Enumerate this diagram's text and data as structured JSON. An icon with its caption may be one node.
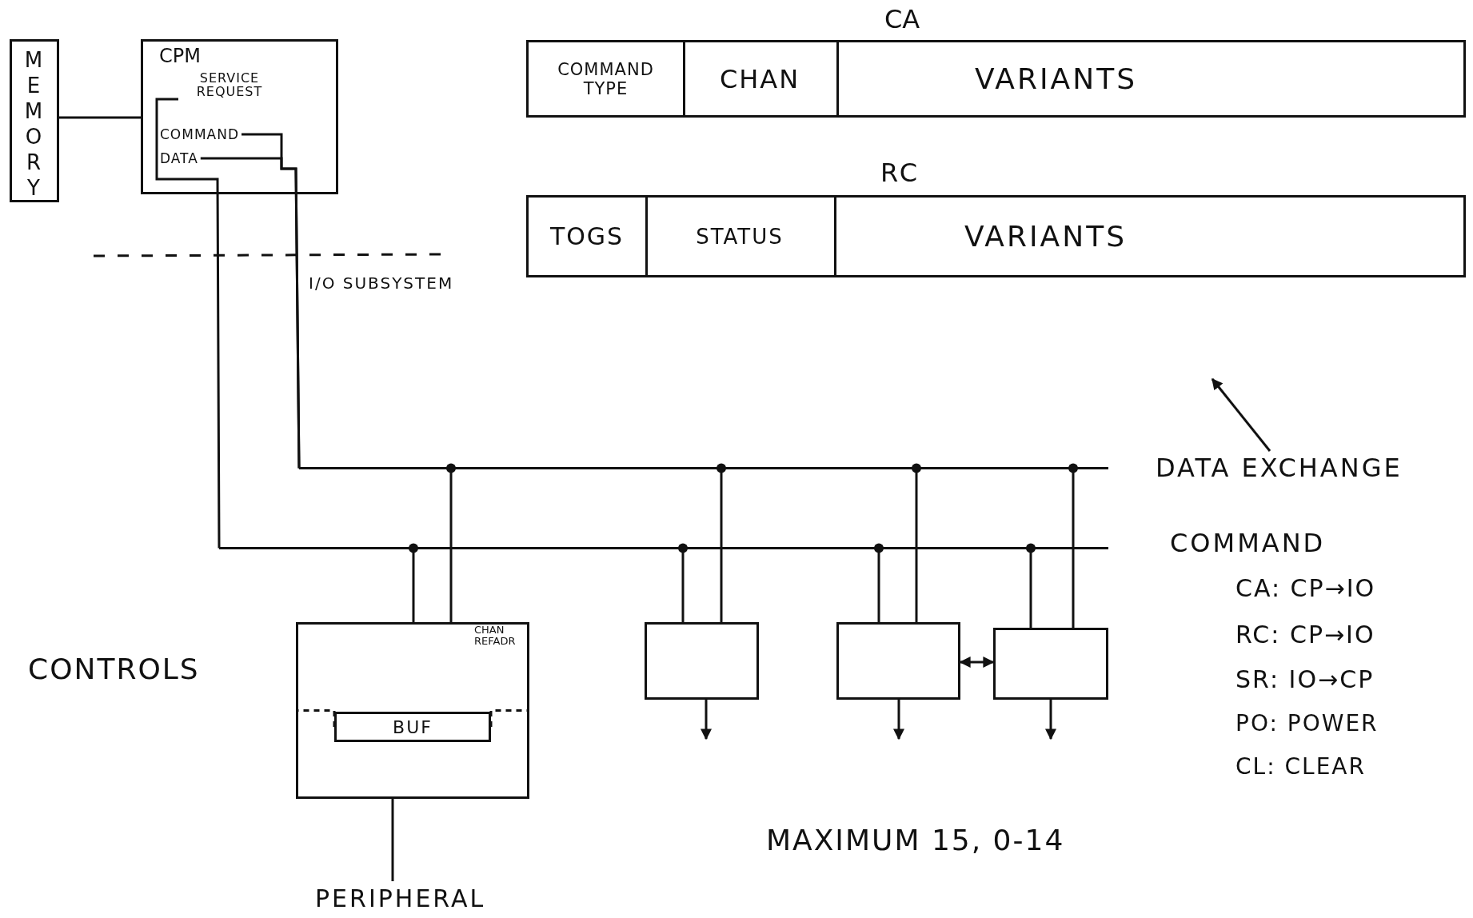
{
  "diagram": {
    "nodes": [
      {
        "text": [
          "MEMORY"
        ]
      },
      {
        "text": [
          "CPM"
        ]
      },
      {
        "text": [
          "SERVICE REQUEST"
        ],
        "in": 1
      },
      {
        "text": [
          "COMMAND"
        ],
        "in": 1
      },
      {
        "text": [
          "DATA"
        ],
        "in": 1
      },
      {
        "text": [
          "CA"
        ]
      },
      {
        "text": [
          "COMMAND TYPE"
        ],
        "in": 5
      },
      {
        "text": [
          "CHAN"
        ],
        "in": 5
      },
      {
        "text": [
          "VARIANTS"
        ],
        "in": 5
      },
      {
        "text": [
          "RC"
        ]
      },
      {
        "text": [
          "TOGS"
        ],
        "in": 9
      },
      {
        "text": [
          "STATUS"
        ],
        "in": 9
      },
      {
        "text": [
          "VARIANTS"
        ],
        "in": 9
      },
      {
        "text": [],
        "shape": "bar",
        "beside": [
          "DATA EXCHANGE"
        ]
      },
      {
        "text": [],
        "shape": "bar",
        "beside": [
          "COMMAND"
        ]
      },
      {
        "text": [
          "CHAN REFADR"
        ]
      },
      {
        "text": [
          "BUF"
        ],
        "in": 15
      },
      {
        "text": [],
        "shape": "box"
      },
      {
        "text": [],
        "shape": "box"
      },
      {
        "text": [],
        "shape": "box"
      },
      {
        "text": [
          "PERIPHERAL"
        ]
      }
    ],
    "edges": [
      {
        "from": 0,
        "to": 1,
        "arrow": "none"
      },
      {
        "from": 2,
        "to": 14,
        "arrow": "none"
      },
      {
        "from": 3,
        "to": 13,
        "arrow": "none"
      },
      {
        "from": 4,
        "to": 13,
        "arrow": "none"
      },
      {
        "from": 15,
        "to": 14,
        "arrow": "other"
      },
      {
        "from": 15,
        "to": 13,
        "arrow": "other"
      },
      {
        "from": 17,
        "to": 14,
        "arrow": "other"
      },
      {
        "from": 17,
        "to": 13,
        "arrow": "other"
      },
      {
        "from": 18,
        "to": 14,
        "arrow": "other"
      },
      {
        "from": 18,
        "to": 13,
        "arrow": "other"
      },
      {
        "from": 19,
        "to": 14,
        "arrow": "other"
      },
      {
        "from": 19,
        "to": 13,
        "arrow": "other"
      },
      {
        "from": 18,
        "to": 19,
        "arrow": "both"
      },
      {
        "from": 17,
        "to": null,
        "arrow": "to"
      },
      {
        "from": 18,
        "to": null,
        "arrow": "to"
      },
      {
        "from": 19,
        "to": null,
        "arrow": "to"
      },
      {
        "from": 15,
        "to": 20,
        "arrow": "none"
      },
      {
        "from": 16,
        "to": 15,
        "arrow": "none",
        "style": "dashed"
      },
      {
        "from": 16,
        "to": 15,
        "arrow": "none",
        "style": "dashed"
      },
      {
        "from": 13,
        "to": null,
        "arrow": "to"
      }
    ],
    "labels": [
      "I/O SUBSYSTEM",
      "CONTROLS",
      "CA: CP→IO",
      "RC: CP→IO",
      "SR: IO→CP",
      "PO: POWER",
      "CL: CLEAR",
      "MAXIMUM 15, 0-14"
    ]
  }
}
